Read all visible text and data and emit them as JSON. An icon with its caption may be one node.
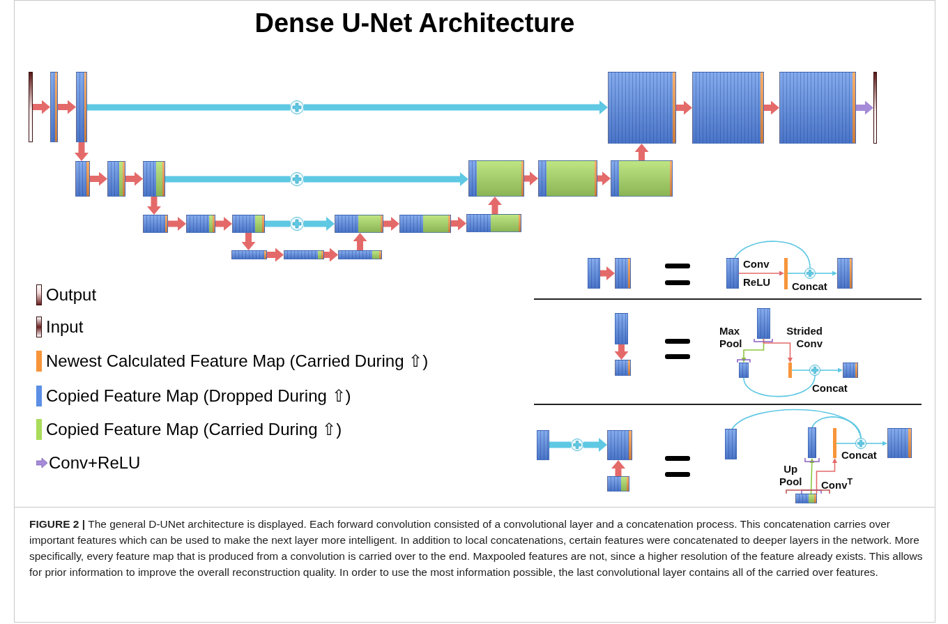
{
  "diagram": {
    "title": "Dense U-Net Architecture",
    "caption": "**FIGURE 2 |** The general D-UNet architecture is displayed. Each forward convolution consisted of a convolutional layer and a concatenation process. This concatenation carries over important features which can be used to make the next layer more intelligent. In addition to local concatenations, certain features were concatenated to deeper layers in the network. More specifically, every feature map that is produced from a convolution is carried over to the end. Maxpooled features are not, since a higher resolution of the feature already exists. This allows for prior information to improve the overall reconstruction quality. In order to use the most information possible, the last convolutional layer contains all of the carried over features.",
    "nodes": [
      {
        "text": [],
        "shape": "bar"
      },
      {
        "text": [],
        "shape": "bar"
      },
      {
        "text": [],
        "shape": "bar"
      },
      {
        "text": [],
        "shape": "circle"
      },
      {
        "text": [],
        "shape": "bar"
      },
      {
        "text": [],
        "shape": "bar"
      },
      {
        "text": [],
        "shape": "bar"
      },
      {
        "text": [],
        "shape": "bar"
      },
      {
        "text": [],
        "shape": "bar"
      },
      {
        "text": [],
        "shape": "bar"
      },
      {
        "text": [],
        "shape": "bar"
      },
      {
        "text": [],
        "shape": "circle"
      },
      {
        "text": [],
        "shape": "bar"
      },
      {
        "text": [],
        "shape": "bar"
      },
      {
        "text": [],
        "shape": "bar"
      },
      {
        "text": [],
        "shape": "bar"
      },
      {
        "text": [],
        "shape": "bar"
      },
      {
        "text": [],
        "shape": "bar"
      },
      {
        "text": [],
        "shape": "circle"
      },
      {
        "text": [],
        "shape": "bar"
      },
      {
        "text": [],
        "shape": "bar"
      },
      {
        "text": [],
        "shape": "bar"
      },
      {
        "text": [],
        "shape": "bar"
      },
      {
        "text": [],
        "shape": "bar"
      },
      {
        "text": [],
        "shape": "bar"
      },
      {
        "text": [],
        "shape": "bar"
      },
      {
        "text": [],
        "shape": "bar"
      },
      {
        "text": [],
        "shape": "bar"
      },
      {
        "text": [],
        "shape": "bar"
      },
      {
        "text": [],
        "shape": "circle",
        "beside": [
          "Concat"
        ]
      },
      {
        "text": [],
        "shape": "bar"
      },
      {
        "text": [],
        "shape": "bar"
      },
      {
        "text": [],
        "shape": "bar"
      },
      {
        "text": [],
        "shape": "bar"
      },
      {
        "text": [],
        "shape": "bar"
      },
      {
        "text": [],
        "shape": "bar"
      },
      {
        "text": [],
        "shape": "circle",
        "beside": [
          "Concat"
        ]
      },
      {
        "text": [],
        "shape": "bar"
      },
      {
        "text": [],
        "shape": "bar"
      },
      {
        "text": [],
        "shape": "circle"
      },
      {
        "text": [],
        "shape": "bar"
      },
      {
        "text": [],
        "shape": "bar"
      },
      {
        "text": [],
        "shape": "bar"
      },
      {
        "text": [],
        "shape": "bar"
      },
      {
        "text": [],
        "shape": "bar"
      },
      {
        "text": [],
        "shape": "circle",
        "beside": [
          "Concat"
        ]
      },
      {
        "text": [],
        "shape": "bar"
      },
      {
        "text": [],
        "shape": "bar"
      }
    ],
    "edges": [
      {
        "from": 0,
        "to": 1,
        "arrow": "to"
      },
      {
        "from": 1,
        "to": 2,
        "arrow": "to"
      },
      {
        "from": 2,
        "to": 3,
        "arrow": "none",
        "color": "#5fc8e3"
      },
      {
        "from": 3,
        "to": 4,
        "arrow": "to",
        "color": "#5fc8e3"
      },
      {
        "from": 4,
        "to": 5,
        "arrow": "to"
      },
      {
        "from": 5,
        "to": 6,
        "arrow": "to"
      },
      {
        "from": 6,
        "to": 7,
        "arrow": "to",
        "color": "#a58bd8"
      },
      {
        "from": 2,
        "to": 8,
        "arrow": "to"
      },
      {
        "from": 8,
        "to": 9,
        "arrow": "to"
      },
      {
        "from": 9,
        "to": 10,
        "arrow": "to"
      },
      {
        "from": 10,
        "to": 11,
        "arrow": "none",
        "color": "#5fc8e3"
      },
      {
        "from": 11,
        "to": 12,
        "arrow": "to",
        "color": "#5fc8e3"
      },
      {
        "from": 12,
        "to": 13,
        "arrow": "to"
      },
      {
        "from": 13,
        "to": 14,
        "arrow": "to"
      },
      {
        "from": 14,
        "to": 4,
        "arrow": "to"
      },
      {
        "from": 10,
        "to": 15,
        "arrow": "to"
      },
      {
        "from": 15,
        "to": 16,
        "arrow": "to"
      },
      {
        "from": 16,
        "to": 17,
        "arrow": "to"
      },
      {
        "from": 17,
        "to": 18,
        "arrow": "none",
        "color": "#5fc8e3"
      },
      {
        "from": 18,
        "to": 19,
        "arrow": "to",
        "color": "#5fc8e3"
      },
      {
        "from": 19,
        "to": 20,
        "arrow": "to"
      },
      {
        "from": 20,
        "to": 21,
        "arrow": "to"
      },
      {
        "from": 21,
        "to": 12,
        "arrow": "to"
      },
      {
        "from": 17,
        "to": 22,
        "arrow": "to"
      },
      {
        "from": 22,
        "to": 23,
        "arrow": "to"
      },
      {
        "from": 23,
        "to": 24,
        "arrow": "to"
      },
      {
        "from": 24,
        "to": 19,
        "arrow": "to"
      },
      {
        "from": 25,
        "to": 26,
        "arrow": "to"
      },
      {
        "from": 27,
        "to": 28,
        "arrow": "to",
        "label": "Conv ReLU"
      },
      {
        "from": 27,
        "to": 29,
        "arrow": "none",
        "color": "#5fc8e3"
      },
      {
        "from": 28,
        "to": 29,
        "arrow": "none",
        "color": "#5fc8e3"
      },
      {
        "from": 29,
        "to": 30,
        "arrow": "to",
        "color": "#5fc8e3"
      },
      {
        "from": 31,
        "to": 32,
        "arrow": "to"
      },
      {
        "from": 33,
        "to": 34,
        "arrow": "to",
        "label": "Max Pool",
        "color": "#8cc63f"
      },
      {
        "from": 33,
        "to": 35,
        "arrow": "to",
        "label": "Strided Conv"
      },
      {
        "from": 34,
        "to": 36,
        "arrow": "none",
        "color": "#5fc8e3"
      },
      {
        "from": 35,
        "to": 36,
        "arrow": "none",
        "color": "#5fc8e3"
      },
      {
        "from": 36,
        "to": 37,
        "arrow": "to",
        "color": "#5fc8e3"
      },
      {
        "from": 38,
        "to": 39,
        "arrow": "none",
        "color": "#5fc8e3"
      },
      {
        "from": 39,
        "to": 40,
        "arrow": "to",
        "color": "#5fc8e3"
      },
      {
        "from": 41,
        "to": 40,
        "arrow": "to"
      },
      {
        "from": 42,
        "to": 45,
        "arrow": "none",
        "color": "#5fc8e3"
      },
      {
        "from": 43,
        "to": 45,
        "arrow": "none",
        "color": "#5fc8e3"
      },
      {
        "from": 44,
        "to": 45,
        "arrow": "none",
        "color": "#5fc8e3"
      },
      {
        "from": 45,
        "to": 46,
        "arrow": "to",
        "color": "#5fc8e3"
      },
      {
        "from": 47,
        "to": 43,
        "arrow": "to",
        "label": "Up Pool",
        "color": "#8cc63f"
      },
      {
        "from": 47,
        "to": 44,
        "arrow": "to",
        "label": "Conv$^{T}$"
      }
    ],
    "legend": [
      {
        "text": "Output"
      },
      {
        "text": "Input"
      },
      {
        "text": "Newest Calculated Feature Map (Carried During ⇧)",
        "color": "#f7953a"
      },
      {
        "text": "Copied Feature Map (Dropped During ⇧)",
        "color": "#5b8fe6"
      },
      {
        "text": "Copied Feature Map (Carried During ⇧)",
        "color": "#a9dc5a"
      },
      {
        "text": "Conv+ReLU"
      }
    ]
  }
}
